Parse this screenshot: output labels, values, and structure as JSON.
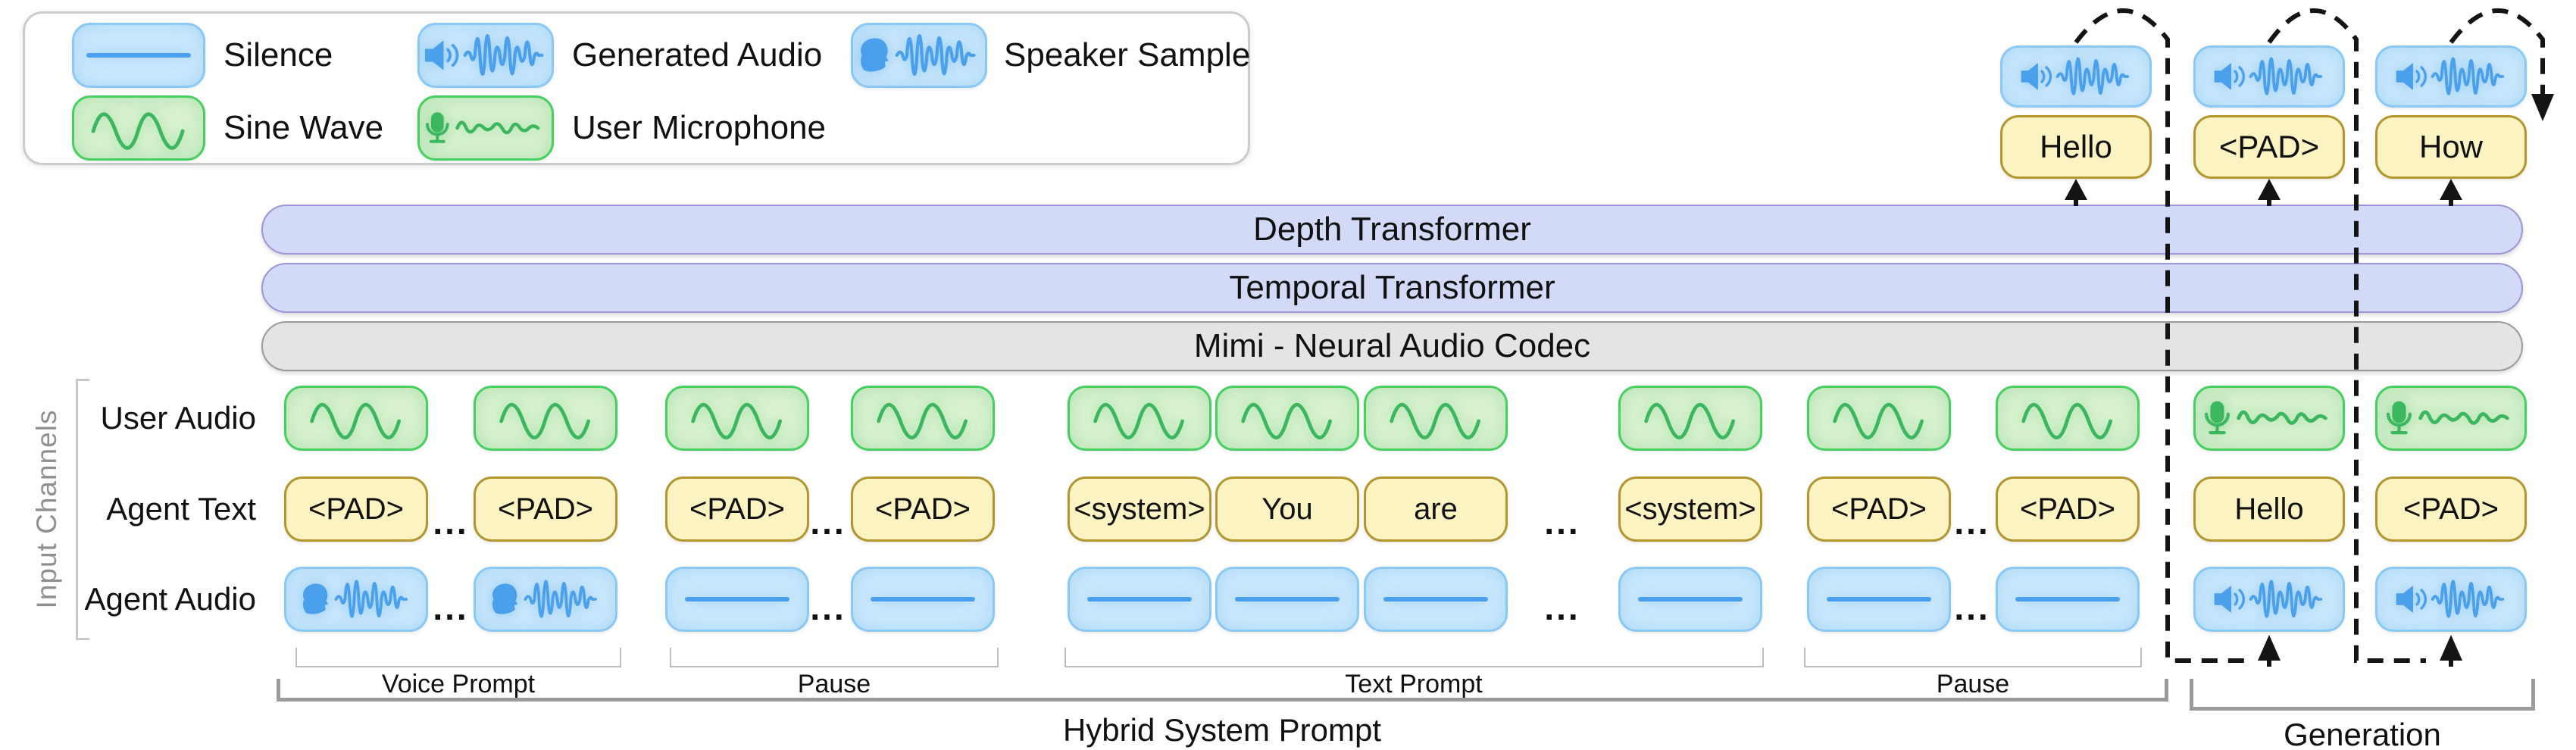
{
  "legend": {
    "silence_label": "Silence",
    "generated_audio_label": "Generated Audio",
    "speaker_sample_label": "Speaker Sample",
    "sine_wave_label": "Sine Wave",
    "user_microphone_label": "User Microphone"
  },
  "stack": {
    "depth_transformer": "Depth Transformer",
    "temporal_transformer": "Temporal Transformer",
    "mimi_codec": "Mimi - Neural Audio Codec"
  },
  "channels": {
    "title": "Input Channels",
    "user_audio": "User Audio",
    "agent_text": "Agent Text",
    "agent_audio": "Agent Audio"
  },
  "agent_text_tokens": {
    "g1": [
      "<PAD>",
      "<PAD>"
    ],
    "g2": [
      "<PAD>",
      "<PAD>"
    ],
    "g3": [
      "<system>",
      "You",
      "are",
      "<system>"
    ],
    "g4": [
      "<PAD>",
      "<PAD>"
    ],
    "gen": [
      "Hello",
      "<PAD>"
    ]
  },
  "generated_text_outputs": [
    "Hello",
    "<PAD>",
    "How"
  ],
  "segments": {
    "voice_prompt": "Voice Prompt",
    "pause_1": "Pause",
    "text_prompt": "Text Prompt",
    "pause_2": "Pause",
    "hybrid_system_prompt": "Hybrid System Prompt",
    "generation": "Generation"
  },
  "ellipsis": "...",
  "icons": {
    "silence-icon": "flat horizontal line",
    "sine-wave-icon": "sine curve",
    "generated-audio-icon": "loudspeaker with waveform",
    "speaker-sample-icon": "head silhouette with waveform",
    "user-microphone-icon": "microphone with squiggle wave"
  },
  "colors": {
    "user_audio_fill": "#daf3d0",
    "user_audio_border": "#47d060",
    "user_audio_stroke": "#3cb65f",
    "agent_text_fill": "#fbf3c2",
    "agent_text_border": "#b2962e",
    "agent_audio_fill": "#cdeafd",
    "agent_audio_border": "#8ac8f5",
    "agent_audio_stroke": "#4aa0ea",
    "transformer_fill": "#d3daf8",
    "transformer_border": "#9f93d9",
    "codec_fill": "#e4e4e4",
    "codec_border": "#9a9a9a"
  }
}
